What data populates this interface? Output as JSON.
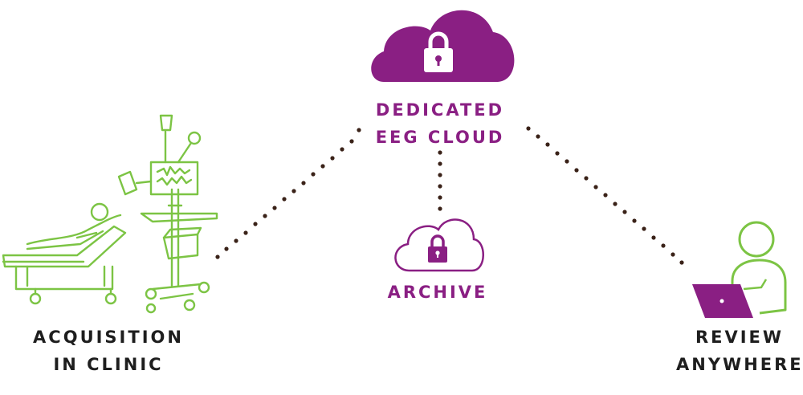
{
  "colors": {
    "purple": "#8a1f83",
    "green": "#7cc444",
    "dark": "#1e1e1e",
    "dots": "#3a2218"
  },
  "nodes": {
    "cloud": {
      "line1": "DEDICATED",
      "line2": "EEG CLOUD",
      "icon": "cloud-lock-icon"
    },
    "archive": {
      "line1": "ARCHIVE",
      "icon": "cloud-lock-outline-icon"
    },
    "clinic": {
      "line1": "ACQUISITION",
      "line2": "IN CLINIC",
      "icon": "eeg-cart-and-patient-bed-icon"
    },
    "review": {
      "line1": "REVIEW",
      "line2": "ANYWHERE",
      "icon": "person-with-laptop-icon"
    }
  }
}
